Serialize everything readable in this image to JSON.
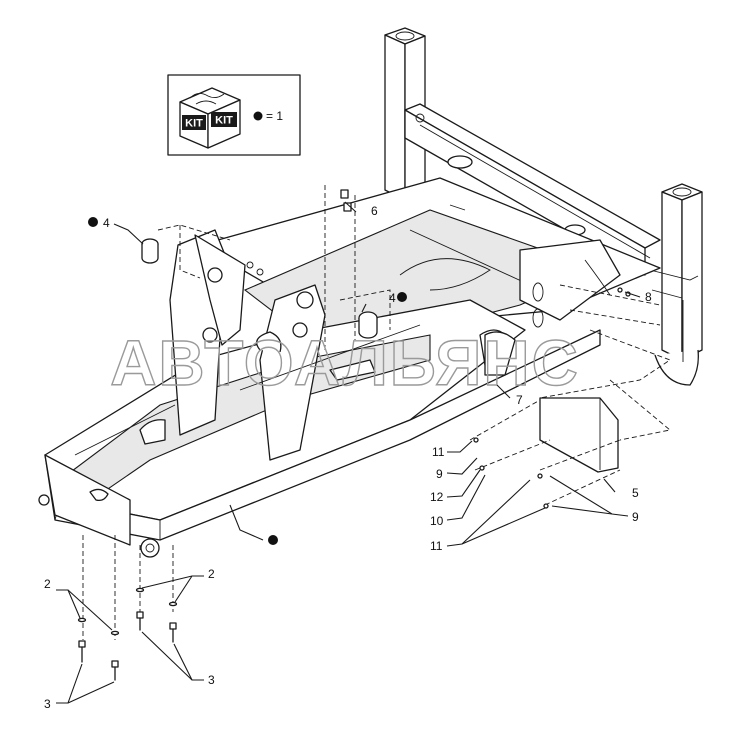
{
  "watermark": "АВТОАЛЬЯНС",
  "kit": {
    "badge_left": "KIT",
    "badge_right": "KIT",
    "legend": "= 1"
  },
  "callouts": {
    "c1": "1",
    "c2": "2",
    "c3": "3",
    "c4": "4",
    "c5": "5",
    "c6": "6",
    "c7": "7",
    "c8": "8",
    "c9": "9",
    "c10": "10",
    "c11": "11",
    "c12": "12"
  }
}
